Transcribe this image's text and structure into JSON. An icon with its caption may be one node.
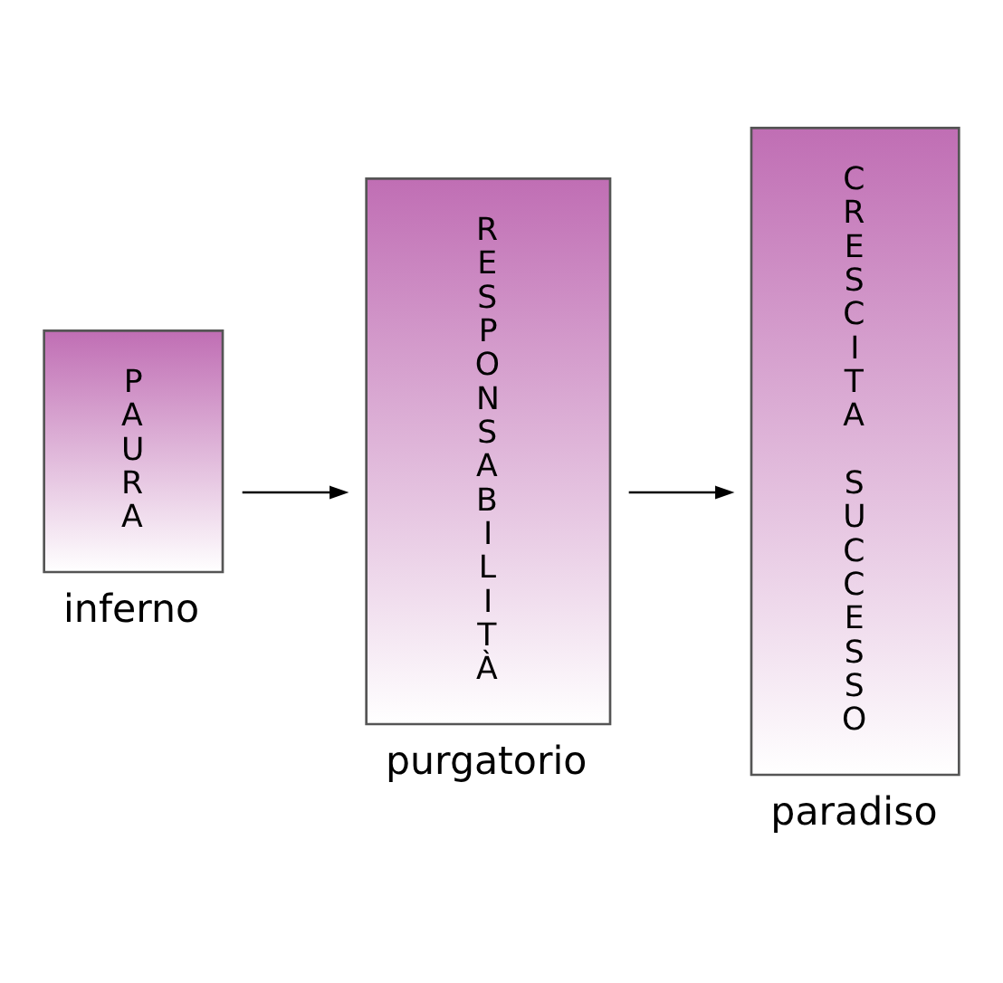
{
  "diagram": {
    "nodes": [
      {
        "text": [
          "PAURA"
        ],
        "beside": [
          "inferno"
        ]
      },
      {
        "text": [
          "RESPONSABILITÀ"
        ],
        "beside": [
          "purgatorio"
        ]
      },
      {
        "text": [
          "CRESCITA SUCCESSO"
        ],
        "beside": [
          "paradiso"
        ]
      }
    ],
    "edges": [
      {
        "from": 0,
        "to": 1,
        "arrow": "to"
      },
      {
        "from": 1,
        "to": 2,
        "arrow": "to"
      }
    ]
  }
}
